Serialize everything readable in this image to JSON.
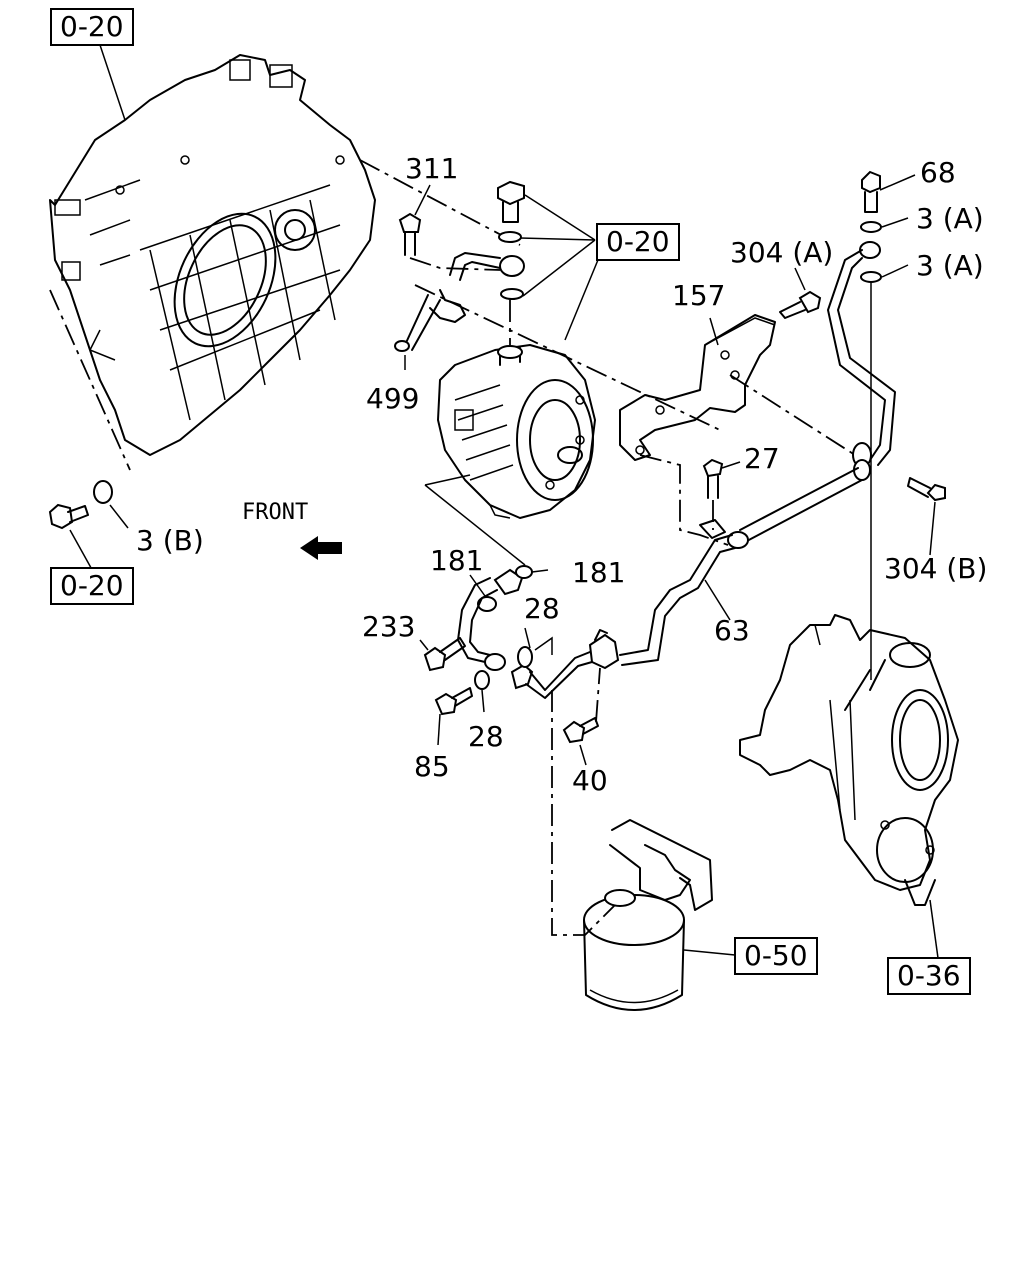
{
  "references": {
    "top_left": "0-20",
    "pump_fasteners": "0-20",
    "bottom_left": "0-20",
    "oil_filter": "0-50",
    "turbo": "0-36"
  },
  "orientation": {
    "front_label": "FRONT"
  },
  "part_numbers": {
    "p311": "311",
    "p499": "499",
    "p157": "157",
    "p304a": "304 (A)",
    "p304b": "304 (B)",
    "p68": "68",
    "p3a_upper": "3 (A)",
    "p3a_lower": "3 (A)",
    "p27": "27",
    "p3b": "3 (B)",
    "p181_left": "181",
    "p181_right": "181",
    "p63": "63",
    "p28_upper": "28",
    "p28_lower": "28",
    "p233": "233",
    "p85": "85",
    "p40": "40"
  }
}
